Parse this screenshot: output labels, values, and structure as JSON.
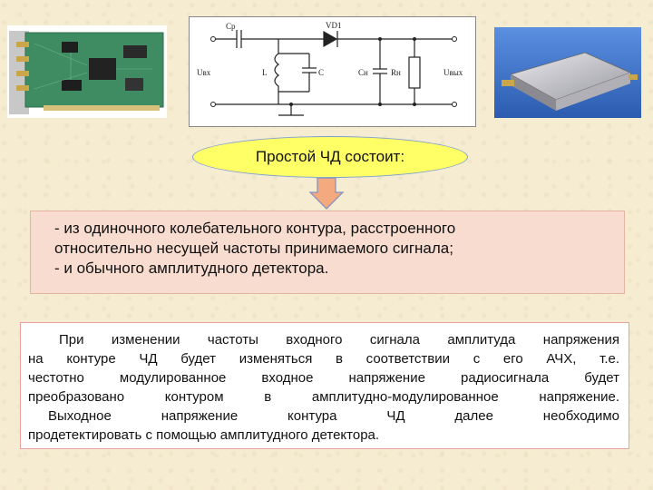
{
  "schematic": {
    "labels": {
      "cp": "Cp",
      "vd1": "VD1",
      "uvx": "Uвх",
      "l": "L",
      "c": "C",
      "cn": "Сн",
      "rn": "Rн",
      "uvyx": "Uвых"
    }
  },
  "header_ellipse": {
    "text": "Простой ЧД состоит:"
  },
  "colors": {
    "ellipse": "#ffff66",
    "arrow": "#f5a97f",
    "pinkbox": "#f7dccf",
    "background": "#f6ecd2"
  },
  "pinkbox": {
    "lines": [
      " - из одиночного колебательного контура, расстроенного",
      "относительно несущей частоты принимаемого сигнала;",
      " - и обычного амплитудного детектора."
    ]
  },
  "whitebox": {
    "lines": [
      "При изменении частоты входного сигнала амплитуда напряжения",
      "на контуре ЧД будет изменяться в соответствии с его АЧХ, т.е.",
      "честотно модулированное входное напряжение радиосигнала будет",
      "преобразовано контуром в амплитудно-модулированное напряжение.",
      "Выходное напряжение контура ЧД далее необходимо",
      "продетектировать с помощью амплитудного детектора."
    ]
  }
}
